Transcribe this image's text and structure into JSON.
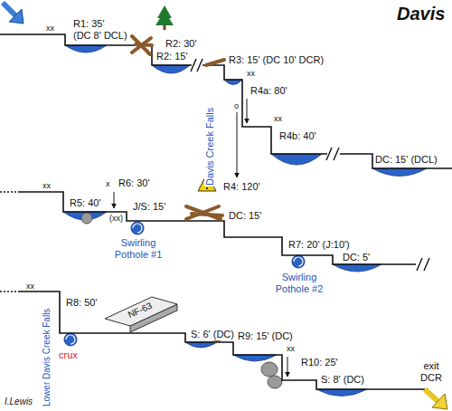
{
  "diagram": {
    "title": "Davis",
    "labels": [
      "xx",
      "R1: 35'",
      "(DC 8' DCL)",
      "R2: 30'",
      "R2: 15'",
      "R3: 15' (DC 10' DCR)",
      "xx",
      "R4a: 80'",
      "Davis Creek Falls",
      "o",
      "R4: 120'",
      "xx",
      "R4b: 40'",
      "DC: 15' (DCL)",
      "xx",
      "R5: 40'",
      "x",
      "R6: 30'",
      "J/S: 15'",
      "(xx)",
      "Swirling Pothole #1",
      "DC: 15'",
      "R7: 20' (J:10')",
      "Swirling Pothole #2",
      "DC: 5'",
      "xx",
      "R8: 50'",
      "Lower Davis Creek Falls",
      "crux",
      "NF-63",
      "S: 6' (DC)",
      "R9: 15' (DC)",
      "xx",
      "R10: 25'",
      "S: 8' (DC)",
      "exit DCR",
      "I.Lewis"
    ]
  }
}
